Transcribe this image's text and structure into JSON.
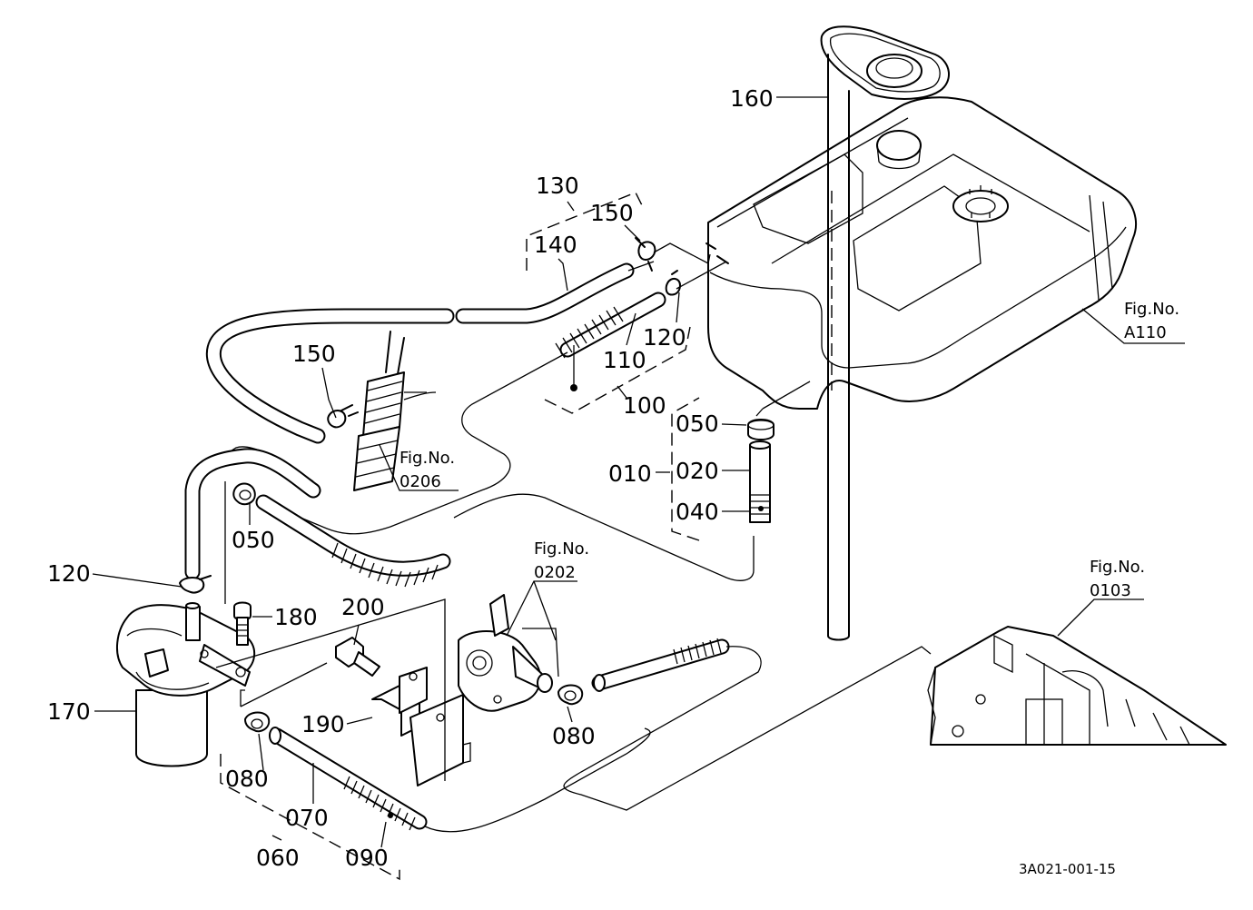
{
  "labels": {
    "p160": "160",
    "p130": "130",
    "p150a": "150",
    "p140": "140",
    "p120a": "120",
    "p110": "110",
    "p100": "100",
    "p150b": "150",
    "p050a": "050",
    "p020": "020",
    "p010": "010",
    "p040": "040",
    "p050b": "050",
    "p120b": "120",
    "p180": "180",
    "p200": "200",
    "p170": "170",
    "p190": "190",
    "p080a": "080",
    "p080b": "080",
    "p070": "070",
    "p060": "060",
    "p090": "090"
  },
  "figrefs": {
    "a110": {
      "line1": "Fig.No.",
      "line2": "A110"
    },
    "r0206": {
      "line1": "Fig.No.",
      "line2": "0206"
    },
    "r0202": {
      "line1": "Fig.No.",
      "line2": "0202"
    },
    "r0103": {
      "line1": "Fig.No.",
      "line2": "0103"
    }
  },
  "drawing_code": "3A021-001-15"
}
